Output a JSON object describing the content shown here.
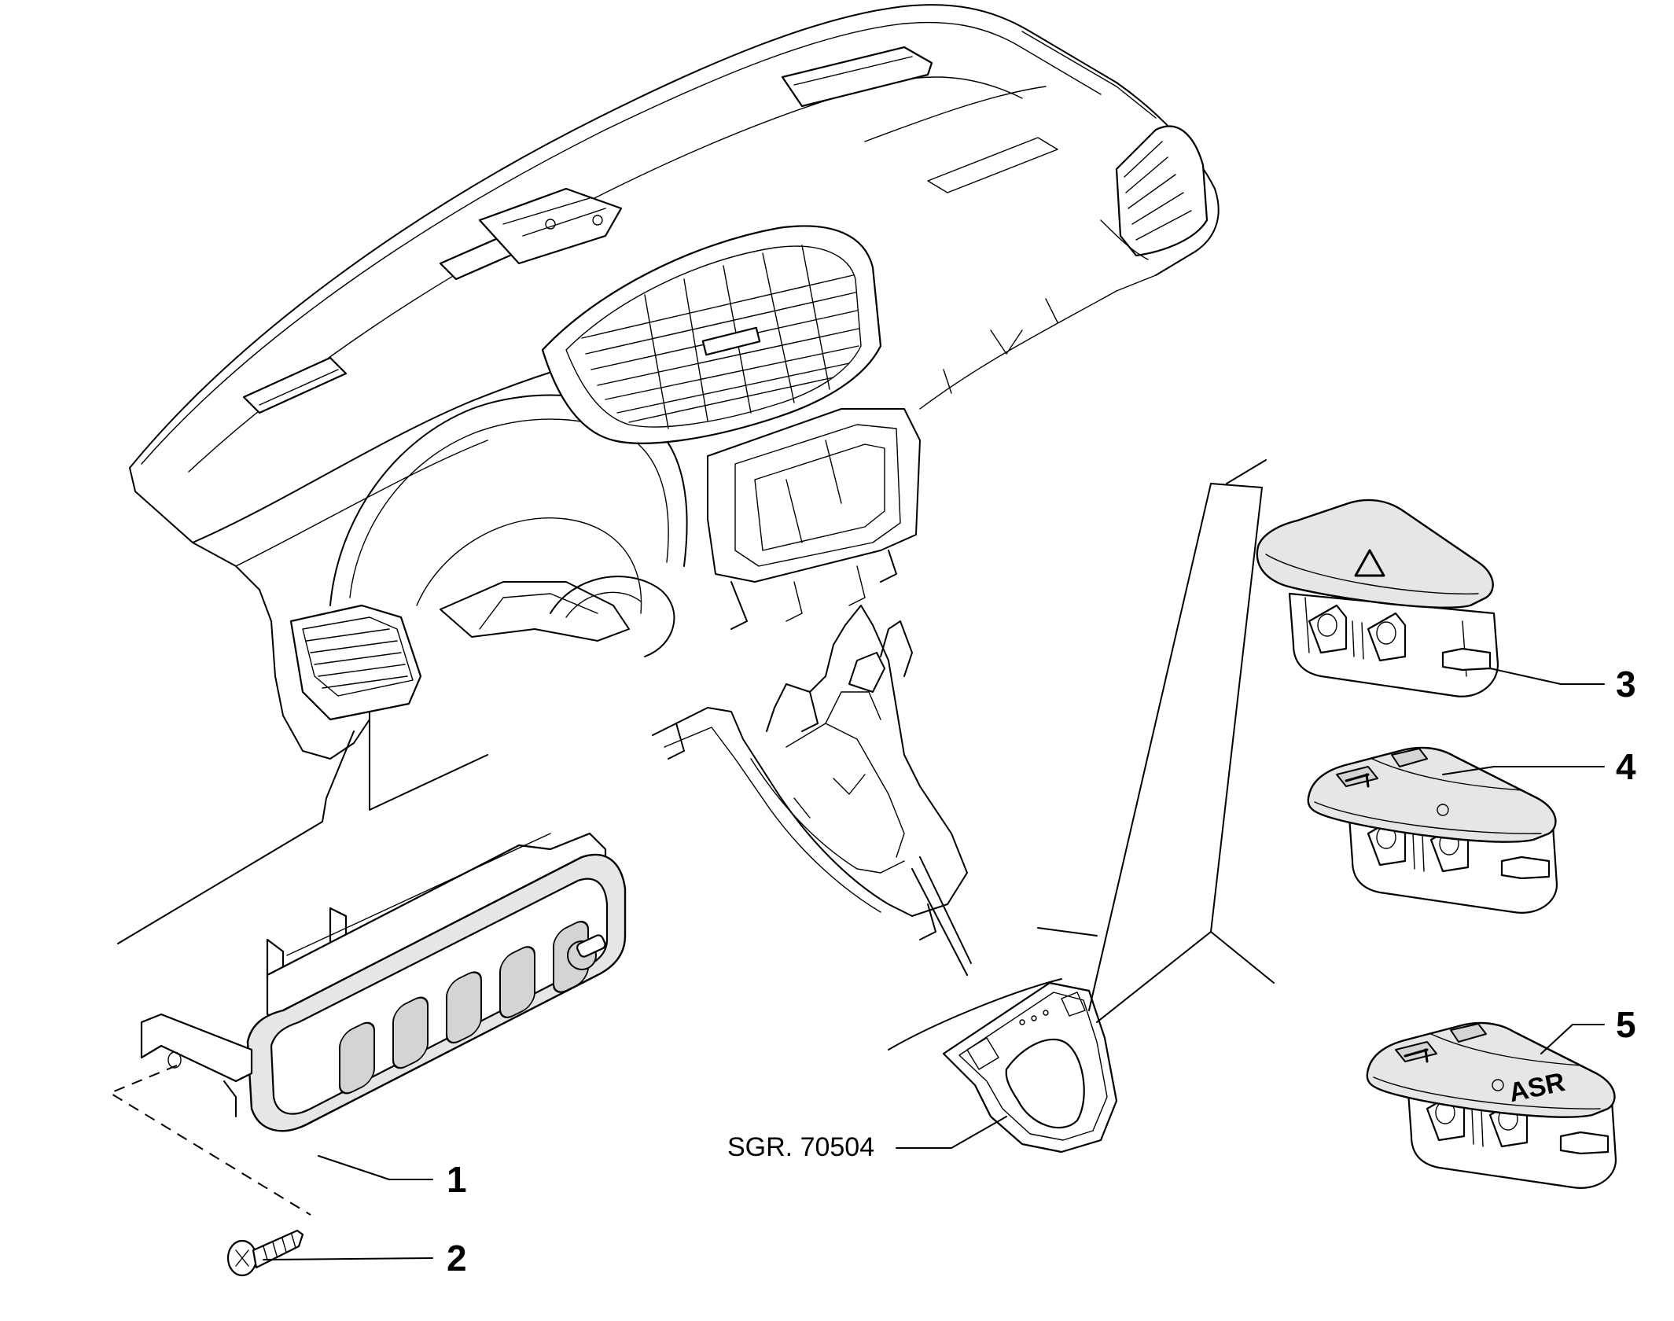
{
  "callouts": [
    {
      "number": "1",
      "part": "switch-panel"
    },
    {
      "number": "2",
      "part": "screw"
    },
    {
      "number": "3",
      "part": "hazard-switch"
    },
    {
      "number": "4",
      "part": "switch-button"
    },
    {
      "number": "5",
      "part": "asr-switch"
    }
  ],
  "reference": {
    "text": "SGR. 70504"
  },
  "asr_label": "ASR",
  "icons": [
    "hazard-triangle-icon",
    "screw-icon",
    "dashboard-drawing"
  ]
}
